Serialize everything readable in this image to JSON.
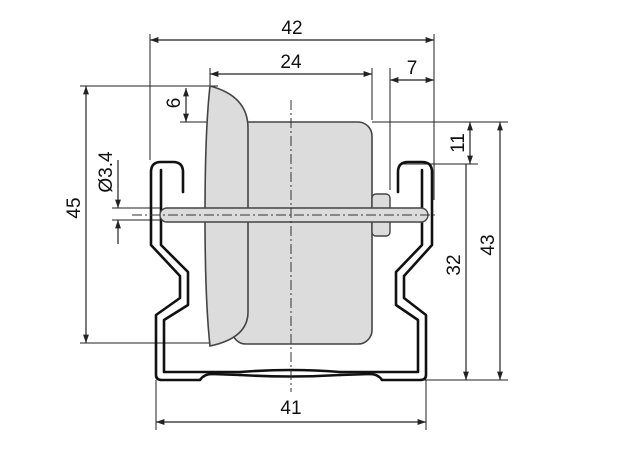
{
  "dimensions": {
    "overall_width": "42",
    "roller_width": "24",
    "right_offset": "7",
    "flange_height": "6",
    "axle_diameter": "Ø3.4",
    "left_height": "45",
    "top_gap": "11",
    "axle_height": "32",
    "overall_height": "43",
    "base_width": "41"
  },
  "colors": {
    "roller_fill": "#dcdcdc",
    "outline": "#111111"
  }
}
